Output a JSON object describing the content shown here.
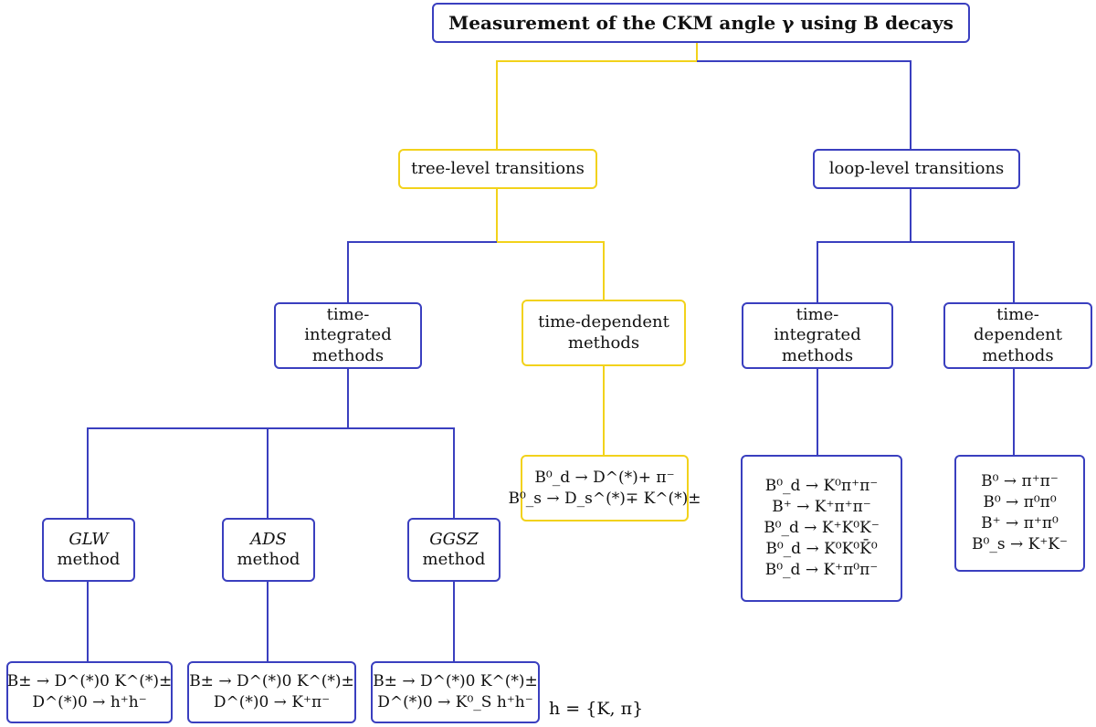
{
  "colors": {
    "primary": "#3a3fbf",
    "tree": "#f2d21b"
  },
  "title": "Measurement of the CKM angle γ using B decays",
  "tree_level": {
    "label": "tree-level transitions",
    "integrated": {
      "label": "time-integrated methods"
    },
    "dependent": {
      "label": "time-dependent methods",
      "decays": [
        "B⁰_d → D^(*)+ π⁻",
        "B⁰_s → D_s^(*)∓ K^(*)±"
      ]
    },
    "methods": [
      {
        "name": "GLW",
        "suffix": "method",
        "decays": [
          "B± → D^(*)0 K^(*)±",
          "D^(*)0 → h⁺h⁻"
        ]
      },
      {
        "name": "ADS",
        "suffix": "method",
        "decays": [
          "B± → D^(*)0 K^(*)±",
          "D^(*)0 → K⁺π⁻"
        ]
      },
      {
        "name": "GGSZ",
        "suffix": "method",
        "decays": [
          "B± → D^(*)0 K^(*)±",
          "D^(*)0 → K⁰_S h⁺h⁻"
        ]
      }
    ],
    "h_note": "h = {K, π}"
  },
  "loop_level": {
    "label": "loop-level transitions",
    "integrated": {
      "label": "time-integrated methods",
      "decays": [
        "B⁰_d → K⁰π⁺π⁻",
        "B⁺ → K⁺π⁺π⁻",
        "B⁰_d → K⁺K⁰K⁻",
        "B⁰_d → K⁰K⁰K̄⁰",
        "B⁰_d → K⁺π⁰π⁻"
      ]
    },
    "dependent": {
      "label": "time-dependent methods",
      "decays": [
        "B⁰ → π⁺π⁻",
        "B⁰ → π⁰π⁰",
        "B⁺ → π⁺π⁰",
        "B⁰_s → K⁺K⁻"
      ]
    }
  }
}
